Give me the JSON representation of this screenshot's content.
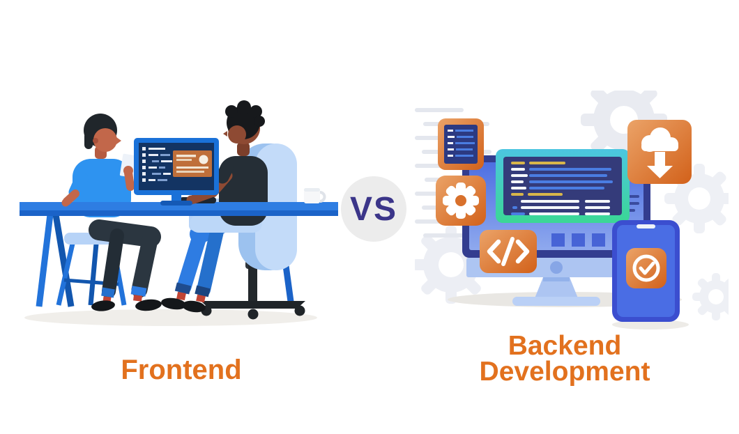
{
  "vs_badge": {
    "label": "VS",
    "text_color": "#3b3589",
    "circle_color": "#ececec"
  },
  "labels": {
    "frontend": "Frontend",
    "backend_line1": "Backend",
    "backend_line2": "Development",
    "color": "#e2711e"
  },
  "colors": {
    "accent_orange": "#e2711e",
    "icon_orange": "#d2661c",
    "primary_blue": "#2e7de2",
    "monitor_navy": "#333d8f",
    "code_window_navy": "#343b7a",
    "teal_border": "#3bd795",
    "code_yellow": "#d8b64a",
    "code_blue": "#4a7de2",
    "vs_purple": "#3b3589",
    "chair_light_blue": "#bcd7f8"
  },
  "icons": [
    "terminal-window-icon",
    "gear-icon",
    "cloud-download-icon",
    "code-icon",
    "checkmark-icon",
    "monitor",
    "smartphone",
    "desk",
    "office-chair",
    "stool",
    "mug",
    "paper",
    "keyboard"
  ]
}
